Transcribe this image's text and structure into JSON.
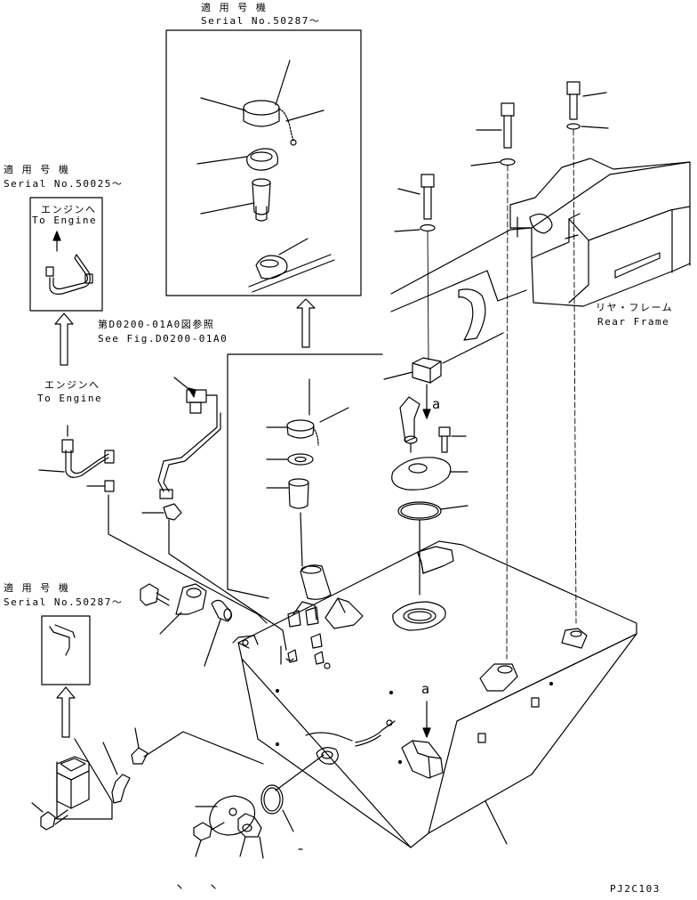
{
  "labels": {
    "serial_top_jp": "適 用 号 機",
    "serial_top_en": "Serial No.50287～",
    "serial_left_jp": "適 用 号 機",
    "serial_left_en": "Serial No.50025～",
    "inset_engine_jp": "エンジンへ",
    "inset_engine_en": "To Engine",
    "fig_ref_jp": "第D0200-01A0図参照",
    "fig_ref_en": "See Fig.D0200-01A0",
    "engine_jp": "エンジンへ",
    "engine_en": "To Engine",
    "rear_frame_jp": "リヤ・フレーム",
    "rear_frame_en": "Rear Frame",
    "serial_bottom_jp": "適 用 号 機",
    "serial_bottom_en": "Serial No.50287～",
    "marker_a1": "a",
    "marker_a2": "a",
    "doc_code": "PJ2C103"
  }
}
